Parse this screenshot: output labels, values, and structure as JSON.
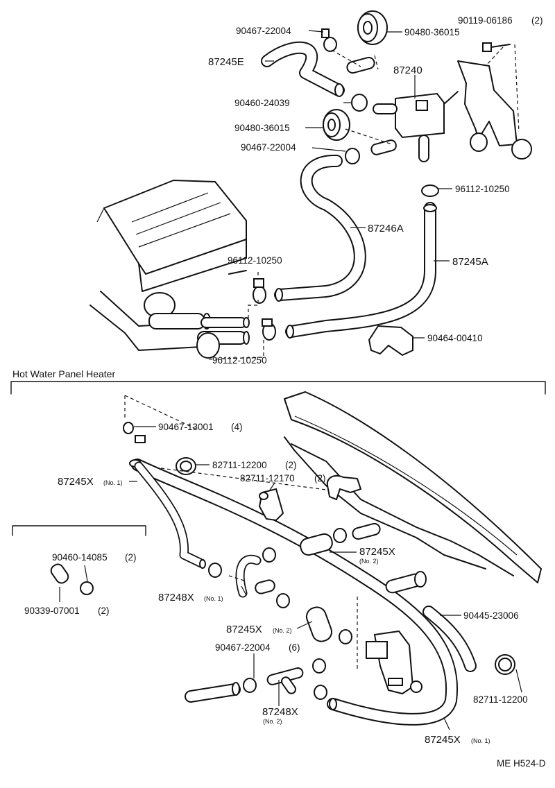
{
  "diagram_code": "ME H524-D",
  "section": {
    "title": "Hot Water Panel Heater"
  },
  "labels": {
    "p90467_22004_top": "90467-22004",
    "p90480_36015_top": "90480-36015",
    "p90119_06186": "90119-06186",
    "p90119_06186_qty": "(2)",
    "p87245E": "87245E",
    "p87240": "87240",
    "p90460_24039": "90460-24039",
    "p90480_36015_mid": "90480-36015",
    "p90467_22004_mid": "90467-22004",
    "p96112_10250_right": "96112-10250",
    "p87246A": "87246A",
    "p87245A": "87245A",
    "p96112_10250_left": "96112-10250",
    "p90464_00410": "90464-00410",
    "p96112_10250_bottom": "96112-10250",
    "p90467_13001": "90467-13001",
    "p90467_13001_qty": "(4)",
    "p82711_12200_a": "82711-12200",
    "p82711_12200_a_qty": "(2)",
    "p82711_12170": "82711-12170",
    "p82711_12170_qty": "(2)",
    "p87245X_no1_top": "87245X",
    "p87245X_no1_top_sub": "(No. 1)",
    "p90460_14085": "90460-14085",
    "p90460_14085_qty": "(2)",
    "p90339_07001": "90339-07001",
    "p90339_07001_qty": "(2)",
    "p87245X_no2_a": "87245X",
    "p87245X_no2_a_sub": "(No. 2)",
    "p87248X_no1": "87248X",
    "p87248X_no1_sub": "(No. 1)",
    "p90445_23006": "90445-23006",
    "p87245X_no2_b": "87245X",
    "p87245X_no2_b_sub": "(No. 2)",
    "p90467_22004_bottom": "90467-22004",
    "p90467_22004_bottom_qty": "(6)",
    "p87248X_no2": "87248X",
    "p87248X_no2_sub": "(No. 2)",
    "p82711_12200_b": "82711-12200",
    "p87245X_no1_bottom": "87245X",
    "p87245X_no1_bottom_sub": "(No. 1)"
  }
}
